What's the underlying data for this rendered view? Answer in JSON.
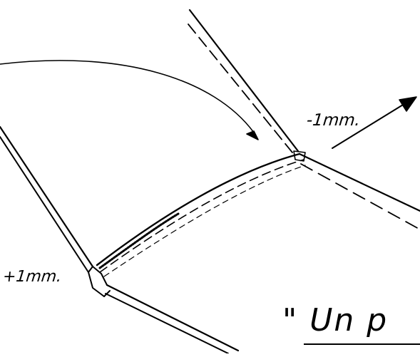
{
  "labels": {
    "minus_offset": "-1mm.",
    "plus_offset": "+1mm.",
    "caption": "\" Un  p"
  },
  "colors": {
    "ink": "#000000",
    "paper": "#ffffff"
  }
}
